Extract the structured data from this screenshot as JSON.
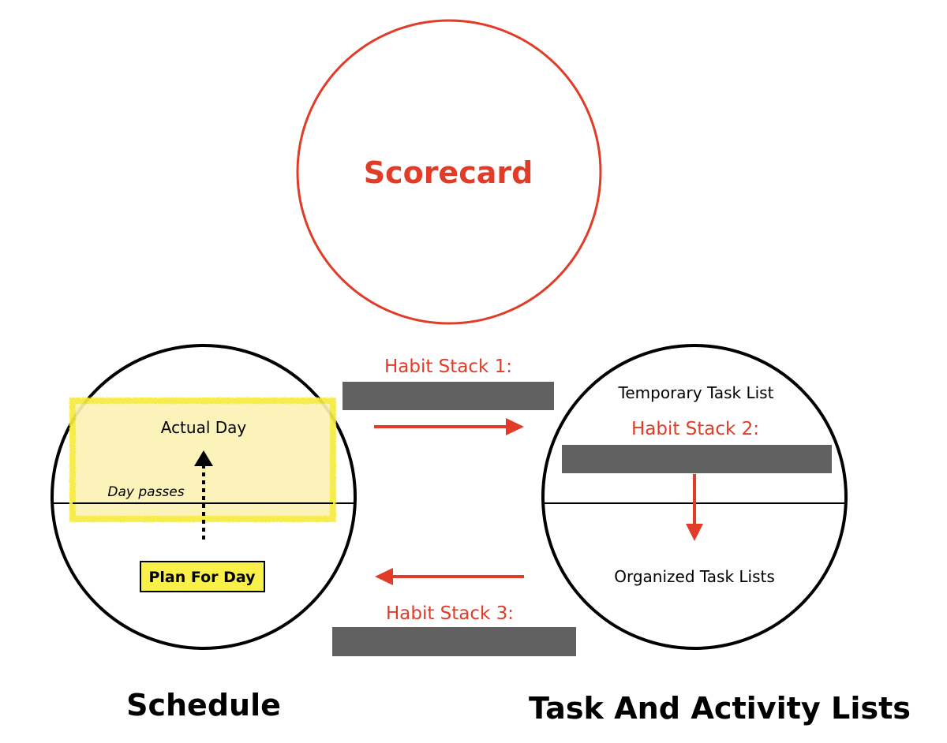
{
  "colors": {
    "accent_red": "#e03c28",
    "black": "#000000",
    "redaction": "#616161",
    "highlight_fill": "#fbf2b4",
    "highlight_border": "#f6ec3c",
    "plan_box_fill": "#f9f04a"
  },
  "scorecard": {
    "label": "Scorecard"
  },
  "schedule": {
    "title": "Schedule",
    "actual_day": "Actual Day",
    "day_passes": "Day passes",
    "plan_for_day": "Plan For Day"
  },
  "task_lists": {
    "title": "Task And Activity Lists",
    "temporary": "Temporary Task List",
    "organized": "Organized Task Lists"
  },
  "habit_stacks": {
    "stack1": "Habit Stack 1:",
    "stack2": "Habit Stack 2:",
    "stack3": "Habit Stack 3:"
  }
}
